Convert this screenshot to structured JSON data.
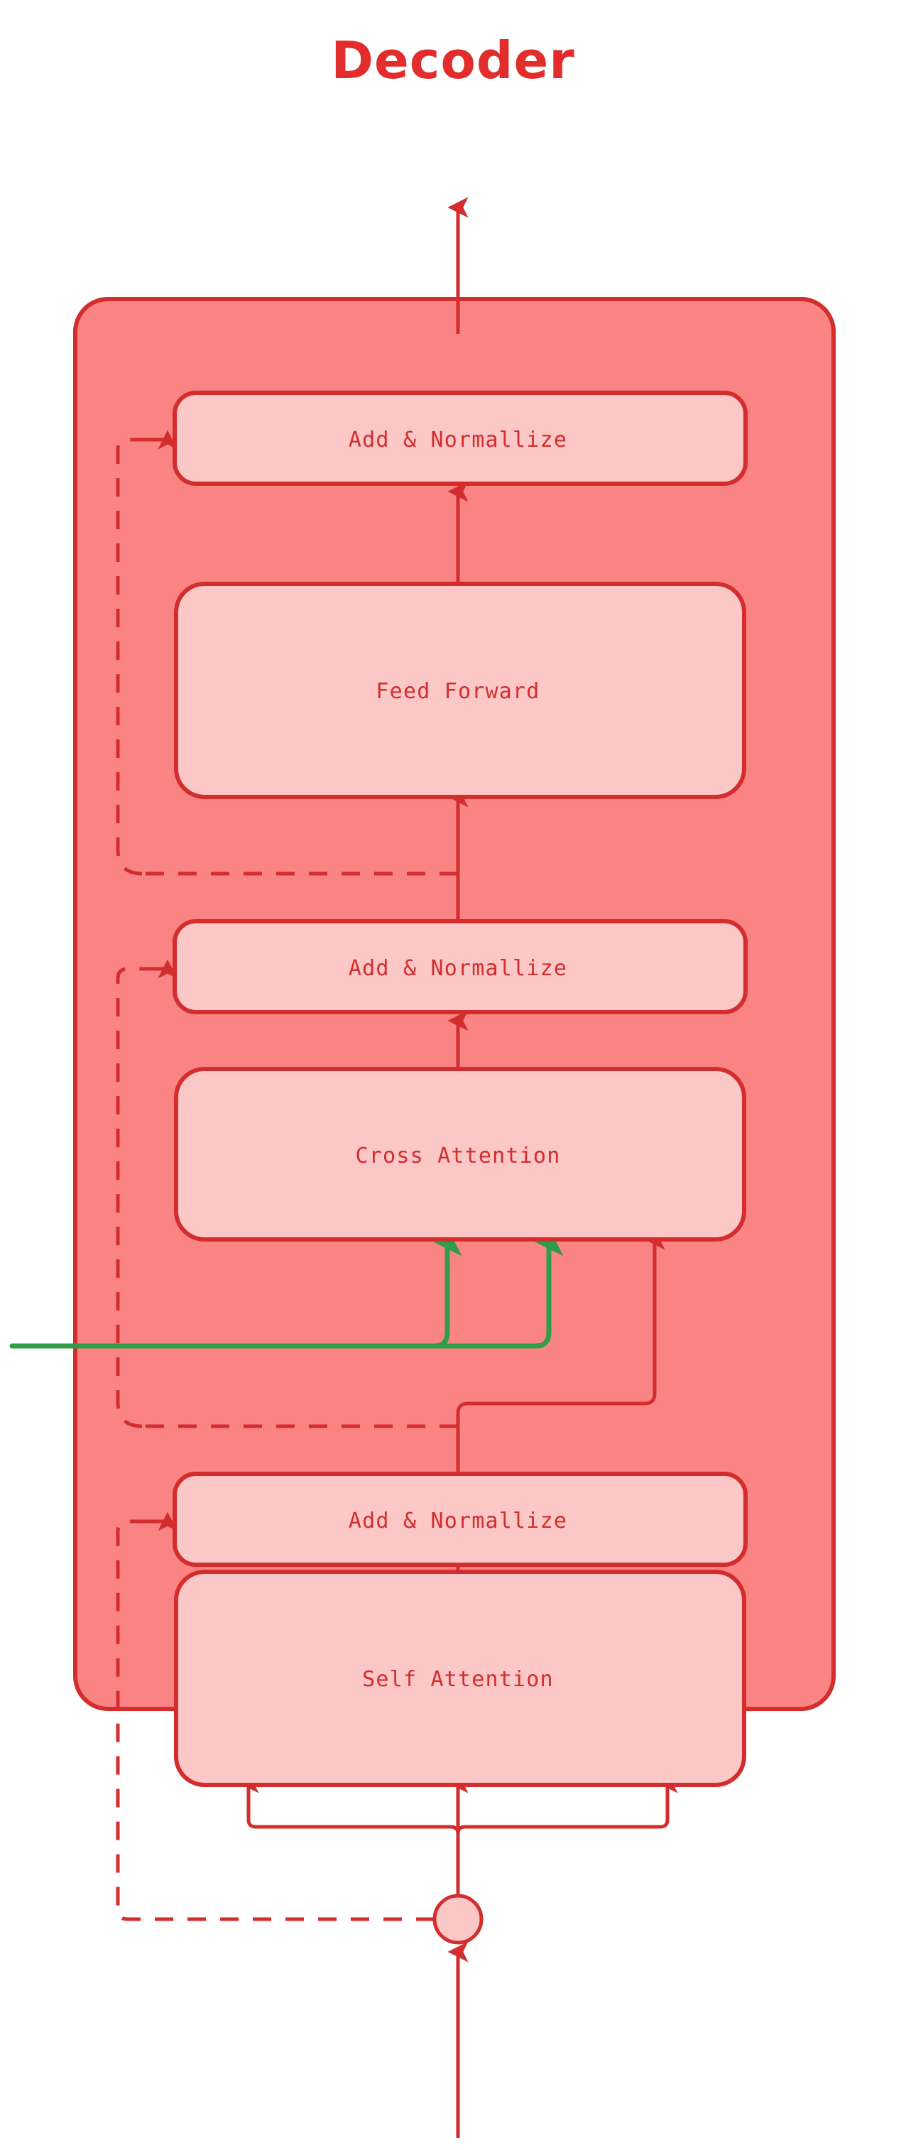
{
  "title": {
    "text": "Decoder",
    "color": "#E32C2C"
  },
  "palette": {
    "stroke": "#D32D2D",
    "outer_block_fill": "#FA8383",
    "inner_block_fill": "#FCC7C7",
    "arrow_red": "#D32D2D",
    "arrow_green": "#2E9E48",
    "background": "#FFFFFF",
    "node_fill": "#FCC7C7"
  },
  "outer_block": {
    "name": "decoder-block",
    "label": "Decoder"
  },
  "blocks": [
    {
      "id": "add-norm-top",
      "label": "Add & Normallize",
      "font": "mono"
    },
    {
      "id": "feed-forward",
      "label": "Feed Forward",
      "font": "hand"
    },
    {
      "id": "add-norm-middle",
      "label": "Add & Normallize",
      "font": "mono"
    },
    {
      "id": "cross-attention",
      "label": "Cross Attention",
      "font": "hand"
    },
    {
      "id": "add-norm-bottom",
      "label": "Add & Normallize",
      "font": "mono"
    },
    {
      "id": "self-attention",
      "label": "Self Attention",
      "font": "hand"
    }
  ],
  "connections": {
    "output_arrow": "decoder-output-up",
    "input_arrow": "decoder-input-up",
    "encoder_input": "encoder-output-green-line",
    "residual_style": "dashed",
    "self_attention_inputs": 3,
    "cross_attention_inputs": 3,
    "cross_attention_green_inputs": 2,
    "cross_attention_red_inputs": 1
  },
  "chart_data": {
    "type": "diagram",
    "title": "Decoder",
    "nodes": [
      "Add & Normallize",
      "Feed Forward",
      "Add & Normallize",
      "Cross Attention",
      "Add & Normallize",
      "Self Attention"
    ],
    "edges": [
      {
        "from": "input",
        "to": "split-node"
      },
      {
        "from": "split-node",
        "to": "Self Attention",
        "count": 3
      },
      {
        "from": "Self Attention",
        "to": "Add & Normallize (bottom)"
      },
      {
        "from": "split-node",
        "to": "Add & Normallize (bottom)",
        "style": "dashed"
      },
      {
        "from": "Add & Normallize (bottom)",
        "to": "Cross Attention",
        "color": "red"
      },
      {
        "from": "encoder output",
        "to": "Cross Attention",
        "color": "green",
        "count": 2
      },
      {
        "from": "Cross Attention",
        "to": "Add & Normallize (middle)"
      },
      {
        "from": "Add & Normallize (bottom)",
        "to": "Add & Normallize (middle)",
        "style": "dashed"
      },
      {
        "from": "Add & Normallize (middle)",
        "to": "Feed Forward"
      },
      {
        "from": "Feed Forward",
        "to": "Add & Normallize (top)"
      },
      {
        "from": "Add & Normallize (middle)",
        "to": "Add & Normallize (top)",
        "style": "dashed"
      },
      {
        "from": "Add & Normallize (top)",
        "to": "output"
      }
    ]
  }
}
